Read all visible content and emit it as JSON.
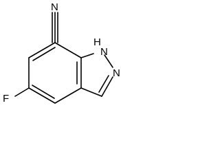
{
  "molecule": {
    "atoms": {
      "nitrile_n": "N",
      "ring_nh": "N",
      "ring_nh_h": "H",
      "ring_n2": "N",
      "fluoro": "F"
    }
  },
  "colors": {
    "bond": "#000000",
    "label": "#000000",
    "background": "#ffffff"
  }
}
